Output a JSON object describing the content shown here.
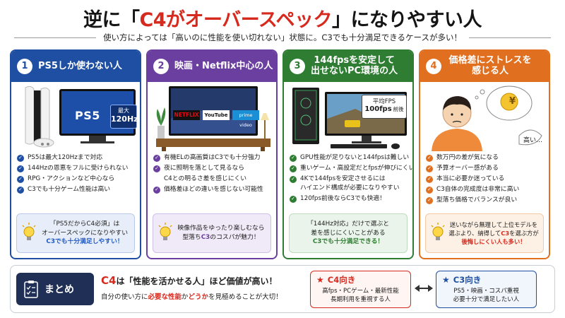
{
  "title": {
    "pre": "逆に「",
    "accent": "C4がオーバースペック",
    "post": "」になりやすい人"
  },
  "subtitle": "使い方によっては「高いのに性能を使い切れない」状態に。C3でも十分満足できるケースが多い！",
  "cards": [
    {
      "num": "1",
      "heading": "PS5しか使わない人",
      "illus": {
        "console": "PS5",
        "badge_top": "最大",
        "badge_main": "120Hz"
      },
      "bullets": [
        "PS5は最大120Hzまで対応",
        "144Hzの恩恵をフルに受けられない",
        "RPG・アクションなど中心なら",
        "C3でも十分ゲーム性能は高い"
      ],
      "note": {
        "l1": "「PS5だからC4必須」は",
        "l2": "オーバースペックになりやすい",
        "l3": "C3でも十分満足しやすい！"
      }
    },
    {
      "num": "2",
      "heading": "映画・Netflix中心の人",
      "illus": {
        "apps": [
          "NETFLIX",
          "YouTube",
          "prime video"
        ]
      },
      "bullets": [
        "有機ELの高画質はC3でも十分強力",
        "夜に照明を落として見るなら",
        "C4との明るさ差を感じにくい",
        "価格差ほどの違いを感じない可能性"
      ],
      "note": {
        "l1": "映像作品をゆったり楽しむなら",
        "l2a": "型落ち",
        "l2b": "C3",
        "l2c": "のコスパが魅力！"
      }
    },
    {
      "num": "3",
      "heading_l1": "144fpsを安定して",
      "heading_l2": "出せないPC環境の人",
      "illus": {
        "fps_label": "平均FPS",
        "fps_value": "100fps",
        "fps_suffix": "前後"
      },
      "bullets": [
        "GPU性能が足りないと144fpsは難しい",
        "重いゲーム・高設定だとfpsが伸びにくい",
        "4Kで144fpsを安定させるには",
        "ハイエンド構成が必要になりやすい",
        "120fps前後ならC3でも快適！"
      ],
      "note": {
        "l1": "「144Hz対応」だけで選ぶと",
        "l2": "差を感じにくいことがある",
        "l3": "C3でも十分満足できる！"
      }
    },
    {
      "num": "4",
      "heading_l1": "価格差にストレスを",
      "heading_l2": "感じる人",
      "illus": {
        "yen": "¥",
        "thought": "高い…"
      },
      "bullets": [
        "数万円の差が気になる",
        "予算オーバー感がある",
        "本当に必要か迷っている",
        "C3自体の完成度は非常に高い",
        "型落ち価格でバランスが良い"
      ],
      "note": {
        "l1": "迷いながら無理して上位モデルを",
        "l2a": "選ぶより、納得して",
        "l2b": "C3",
        "l2c": "を選ぶ方が",
        "l3": "後悔しにくい人も多い！"
      }
    }
  ],
  "summary": {
    "badge": "まとめ",
    "line1_c4": "C4",
    "line1_rest": "は「性能を活かせる人」ほど価値が高い！",
    "line2_pre": "自分の使い方に",
    "line2_red": "必要な性能",
    "line2_mid": "か",
    "line2_red2": "どうか",
    "line2_post": "を見極めることが大切！",
    "c4box": {
      "title": "C4向き",
      "l1": "高fps・PCゲーム・最新性能",
      "l2": "長期利用を重視する人"
    },
    "c3box": {
      "title": "C3向き",
      "l1": "PS5・映画・コスパ重視",
      "l2": "必要十分で満足したい人"
    }
  },
  "colors": {
    "blue": "#1f4fa3",
    "purple": "#6b3fa0",
    "green": "#2f7d32",
    "orange": "#e07020",
    "red": "#d62a1e",
    "navy": "#1f2f55"
  }
}
